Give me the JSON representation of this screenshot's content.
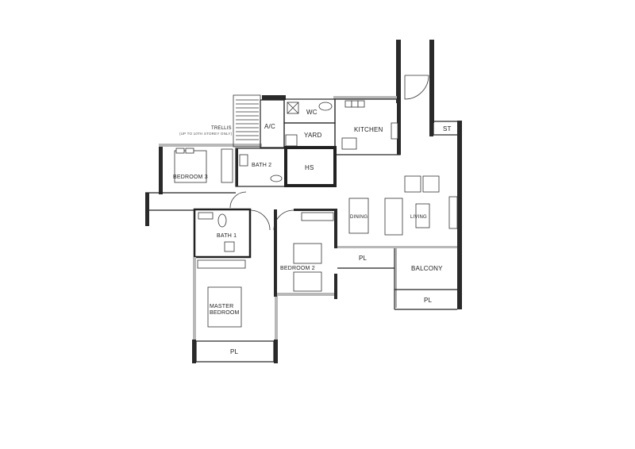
{
  "floor_plan": {
    "rooms": {
      "trellis": "TRELLIS",
      "trellis_note": "(UP TO 10TH STOREY ONLY)",
      "ac": "A/C",
      "wc": "WC",
      "kitchen": "KITCHEN",
      "yard": "YARD",
      "st": "ST",
      "bedroom3": "BEDROOM 3",
      "bath2": "BATH 2",
      "hs": "HS",
      "dining": "DINING",
      "living": "LIVING",
      "bath1": "BATH 1",
      "bedroom2": "BEDROOM 2",
      "pl_mid": "PL",
      "balcony": "BALCONY",
      "pl_balcony": "PL",
      "master_bedroom_line1": "MASTER",
      "master_bedroom_line2": "BEDROOM",
      "pl_master": "PL"
    }
  }
}
